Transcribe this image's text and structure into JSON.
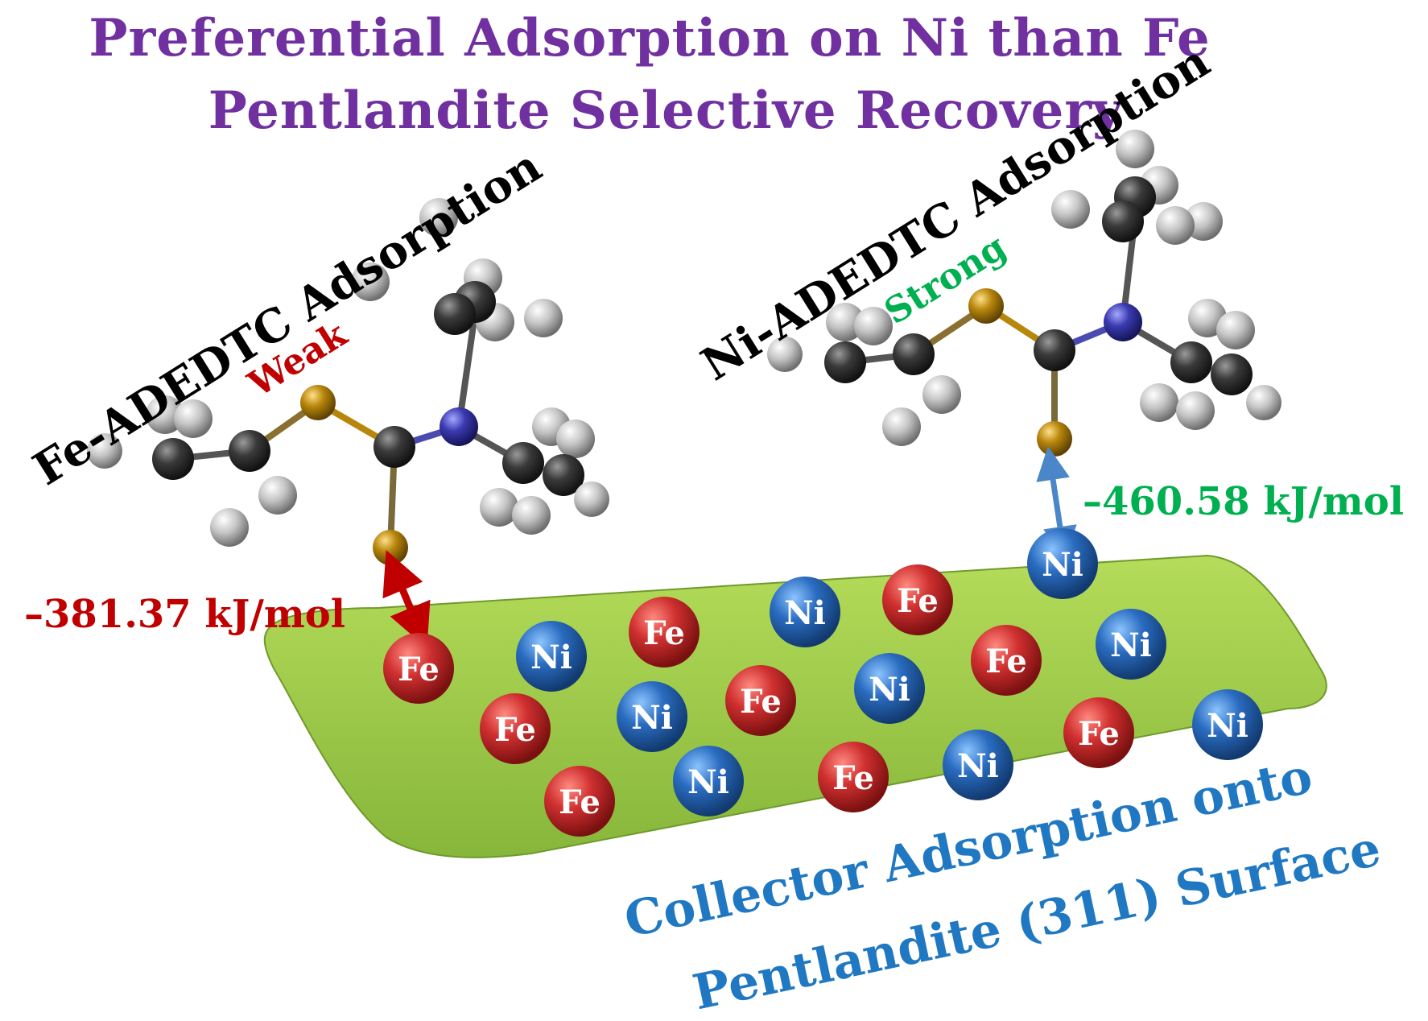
{
  "title": {
    "line1": "Preferential Adsorption on Ni than Fe",
    "line2": "Pentlandite Selective Recovery"
  },
  "left_molecule": {
    "label": "Fe-ADEDTC Adsorption",
    "strength": "Weak",
    "energy": "–381.37 kJ/mol"
  },
  "right_molecule": {
    "label": "Ni-ADEDTC Adsorption",
    "strength": "Strong",
    "energy": "–460.58 kJ/mol"
  },
  "surface": {
    "caption_line1": "Collector Adsorption onto",
    "caption_line2": "Pentlandite (311) Surface",
    "fe_symbol": "Fe",
    "ni_symbol": "Ni"
  },
  "colors": {
    "title": "#7030a0",
    "weak": "#c00000",
    "strong": "#00b050",
    "caption": "#1f78c1",
    "surface": "#9acd3f",
    "fe_atom": "#c0282d",
    "ni_atom": "#2a6cc0",
    "sulfur": "#b8860b",
    "nitrogen": "#3a3ab0",
    "carbon": "#3a3a3a",
    "hydrogen": "#c8c8c8"
  }
}
